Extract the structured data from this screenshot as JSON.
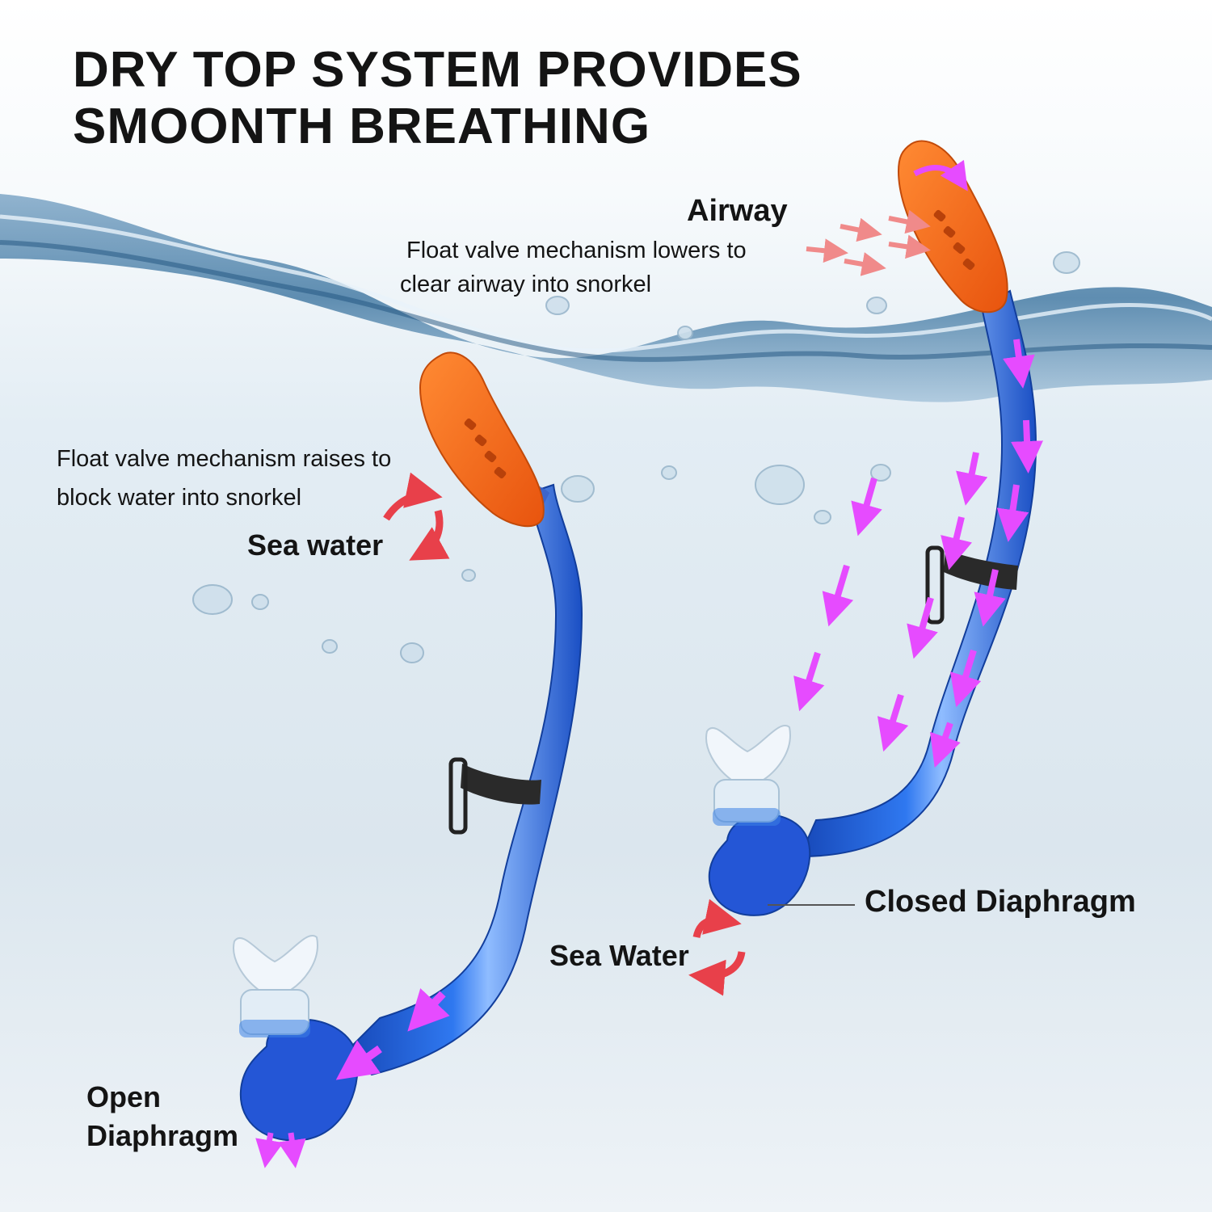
{
  "headline": {
    "line1": "DRY TOP SYSTEM PROVIDES",
    "line2": "SMOONTH BREATHING"
  },
  "left_snorkel": {
    "valve_note_line1": "Float valve mechanism raises to",
    "valve_note_line2": "block water into snorkel",
    "sea_water_label": "Sea water",
    "diaphragm_label_line1": "Open",
    "diaphragm_label_line2": "Diaphragm"
  },
  "right_snorkel": {
    "airway_label": "Airway",
    "valve_note_line1": "Float valve mechanism lowers to",
    "valve_note_line2": "clear airway into snorkel",
    "diaphragm_label": "Closed Diaphragm",
    "sea_water_label": "Sea Water"
  },
  "colors": {
    "tube_blue": "#1f5fd8",
    "tube_highlight": "#7fb0ff",
    "valve_orange": "#f26a1b",
    "flow_arrow_magenta": "#e64bff",
    "water_arrow_red": "#e8404a",
    "airway_arrow_pink": "#f08a8a",
    "background_top": "#ffffff",
    "background_water": "#dfe9f1",
    "clip_black": "#222222"
  },
  "icons": [
    "water-wave",
    "water-droplet",
    "snorkel",
    "float-valve",
    "mouthpiece",
    "tube-clip",
    "flow-arrow",
    "curved-arrow"
  ]
}
